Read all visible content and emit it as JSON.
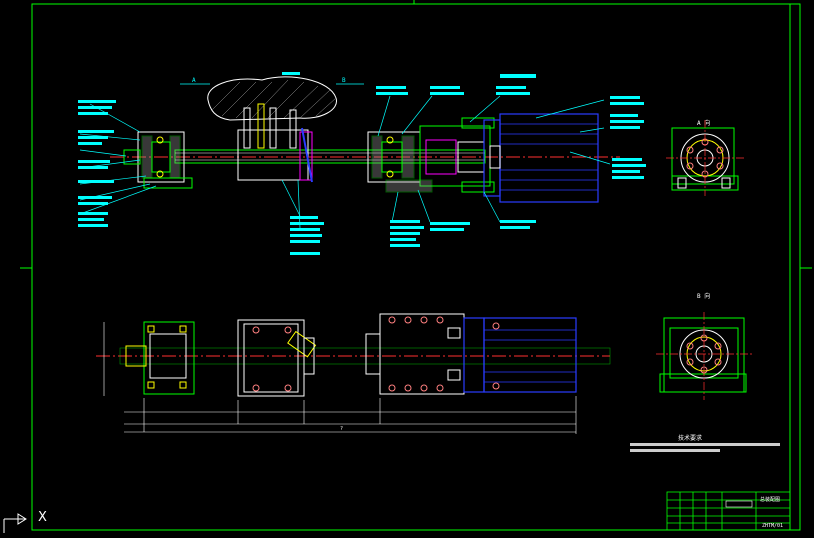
{
  "app": {
    "name": "CAD drawing viewport",
    "colors": {
      "background": "#000000",
      "frame": "#00ff00",
      "outline": "#ffffff",
      "centerline": "#ff3030",
      "part": "#00ff00",
      "dimension": "#00ffff",
      "motor": "#2a3cff",
      "hole": "#ff8080",
      "hatch": "#a0a0a0",
      "accent": "#ffff00",
      "section": "#ff00ff"
    }
  },
  "views": {
    "view_a_label": "A",
    "view_b_label": "B",
    "section_a_title": "A 向",
    "section_b_title": "B 向"
  },
  "title_block": {
    "drawing_name": "总装配图",
    "drawing_no": "ZHTM/01",
    "mark": "?"
  },
  "notes": {
    "title": "技术要求",
    "line1": "?",
    "line2": "?"
  },
  "dimensions": {
    "overall": "?"
  },
  "ucs": {
    "x_label": "X",
    "icon": "ucs-axis-icon"
  }
}
